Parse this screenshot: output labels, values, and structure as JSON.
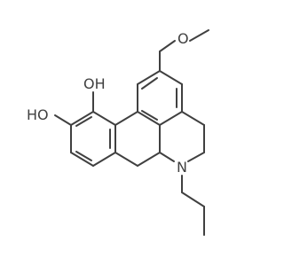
{
  "structure": {
    "labels": {
      "methoxy_oxygen": "O",
      "hydroxyl_top": "OH",
      "hydroxyl_left": "HO",
      "nitrogen": "N"
    }
  }
}
